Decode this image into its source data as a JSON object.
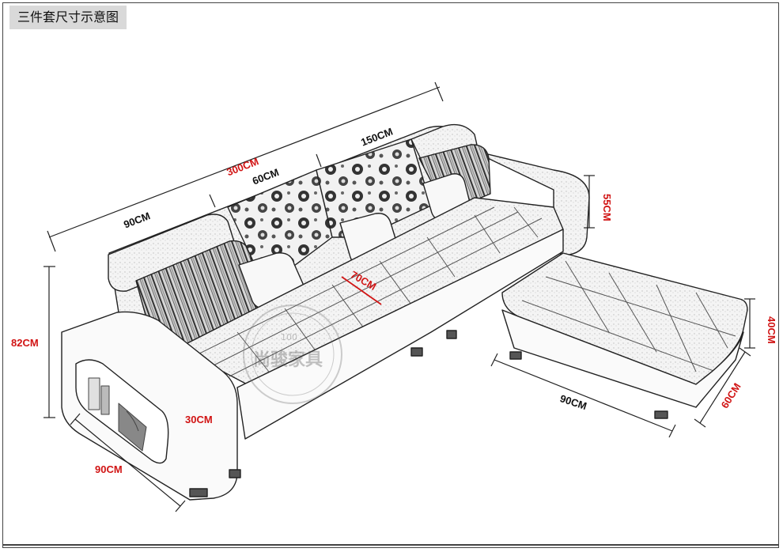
{
  "header": {
    "title": "三件套尺寸示意图"
  },
  "dimensions": {
    "total_length": "300CM",
    "left_section": "90CM",
    "middle_section": "60CM",
    "right_section": "150CM",
    "back_height": "55CM",
    "overall_height": "82CM",
    "arm_width": "30CM",
    "depth": "90CM",
    "seat_depth": "70CM",
    "ottoman_height": "40CM",
    "ottoman_length": "90CM",
    "ottoman_width": "60CM"
  },
  "watermark": {
    "line1": "100",
    "line2": "尚骏家具"
  },
  "colors": {
    "accent": "#d11414",
    "line": "#222222",
    "tag_bg": "#d9d9d9"
  }
}
